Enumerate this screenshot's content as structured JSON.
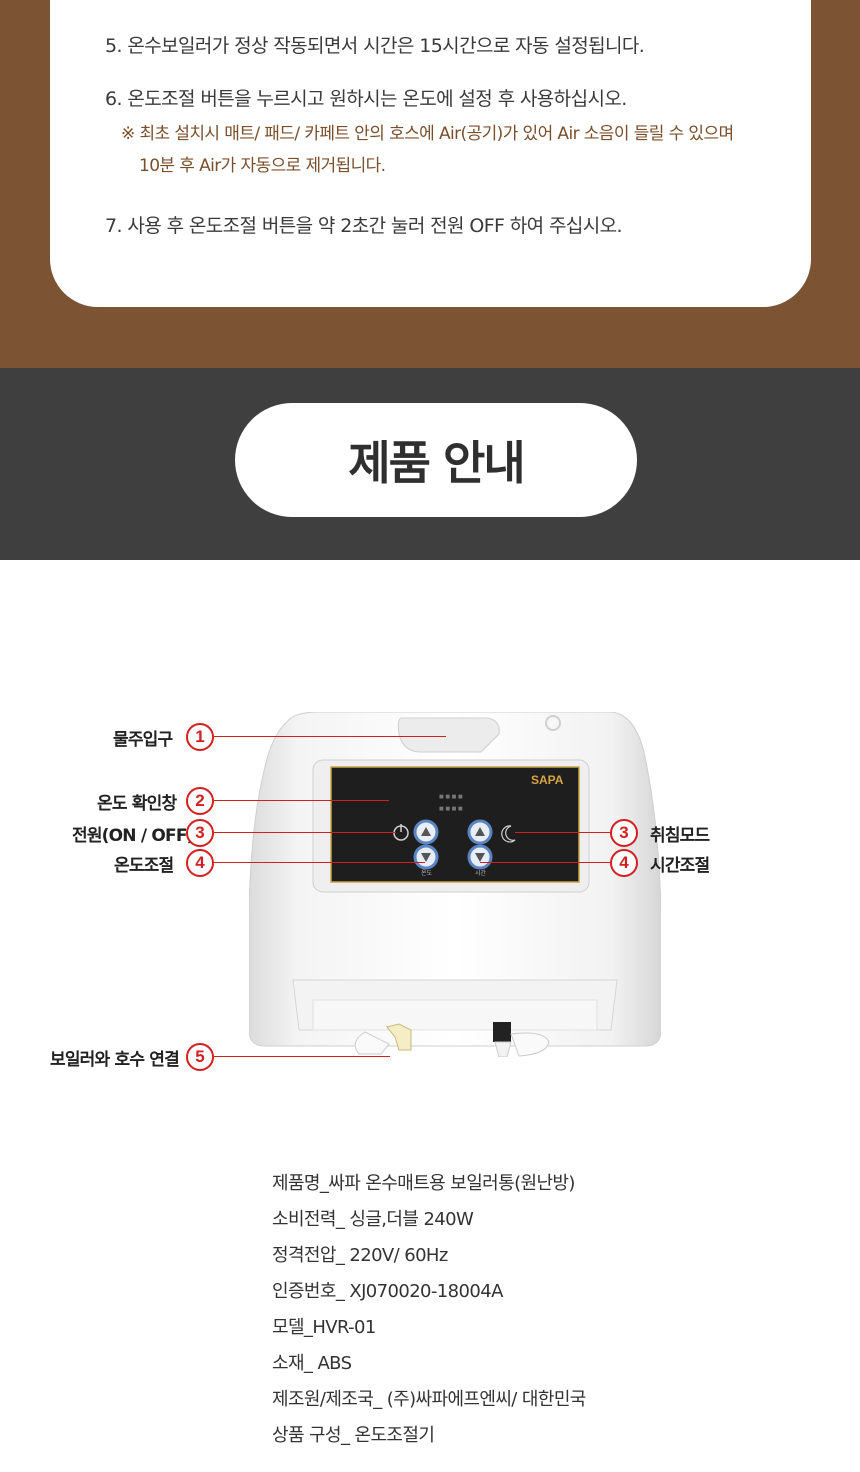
{
  "instructions": {
    "step5": "5. 온수보일러가 정상 작동되면서 시간은 15시간으로 자동 설정됩니다.",
    "step6": "6. 온도조절 버튼을 누르시고 원하시는 온도에 설정 후 사용하십시오.",
    "note_line1": "※ 최초 설치시 매트/ 패드/ 카페트 안의 호스에 Air(공기)가 있어 Air 소음이 들릴 수 있으며",
    "note_line2": "10분 후 Air가 자동으로 제거됩니다.",
    "step7": "7. 사용 후 온도조절 버튼을 약 2초간 눌러 전원 OFF 하여 주십시오."
  },
  "section_title": "제품 안내",
  "product": {
    "brand": "SAPA",
    "panel_temp_label": "온도",
    "panel_time_label": "시간",
    "callouts": [
      {
        "num": "1",
        "label": "물주입구"
      },
      {
        "num": "2",
        "label": "온도 확인창"
      },
      {
        "num": "3",
        "label": "전원(ON / OFF)"
      },
      {
        "num": "4",
        "label": "온도조절"
      },
      {
        "num": "3",
        "label": "취침모드"
      },
      {
        "num": "4",
        "label": "시간조절"
      },
      {
        "num": "5",
        "label": "보일러와 호수 연결"
      }
    ]
  },
  "specs": [
    "제품명_싸파 온수매트용 보일러통(원난방)",
    "소비전력_ 싱글,더블 240W",
    "정격전압_ 220V/ 60Hz",
    "인증번호_ XJ070020-18004A",
    "모델_HVR-01",
    "소재_ ABS",
    "제조원/제조국_ (주)싸파에프엔씨/ 대한민국",
    "상품 구성_ 온도조절기"
  ],
  "colors": {
    "brown": "#7c5434",
    "dark": "#3f3f3f",
    "note": "#7b4f2c",
    "callout_red": "#d21f1f"
  }
}
